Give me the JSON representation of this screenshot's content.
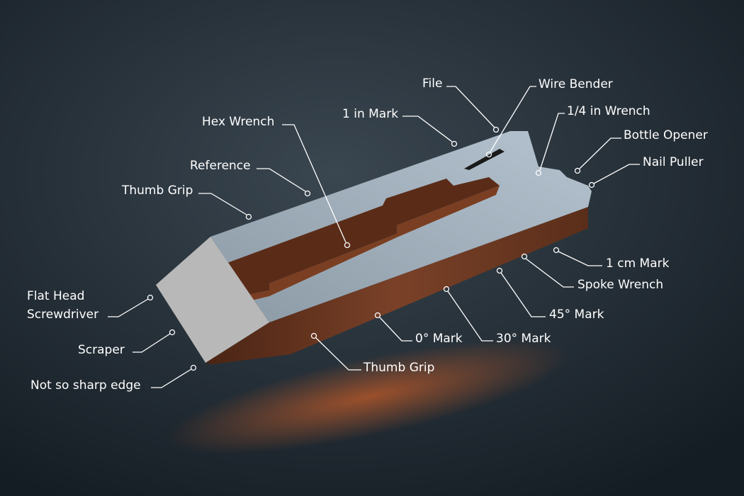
{
  "colors": {
    "background": "#26313b",
    "steel_top": "#9aa9b6",
    "steel_bevel": "#b5b5b5",
    "copper_side": "#6e3a22",
    "label": "#ffffff"
  },
  "labels": {
    "file": "File",
    "wire_bender": "Wire Bender",
    "one_in_mark": "1 in Mark",
    "quarter_in_wrench": "1/4 in Wrench",
    "bottle_opener": "Bottle Opener",
    "nail_puller": "Nail Puller",
    "hex_wrench": "Hex Wrench",
    "reference": "Reference",
    "thumb_grip_top": "Thumb Grip",
    "flat_head_line1": "Flat Head",
    "flat_head_line2": "Screwdriver",
    "scraper": "Scraper",
    "not_so_sharp_edge": "Not so sharp edge",
    "thumb_grip_bottom": "Thumb Grip",
    "zero_deg_mark": "0° Mark",
    "thirty_deg_mark": "30° Mark",
    "fortyfive_deg_mark": "45° Mark",
    "spoke_wrench": "Spoke Wrench",
    "one_cm_mark": "1 cm Mark"
  }
}
